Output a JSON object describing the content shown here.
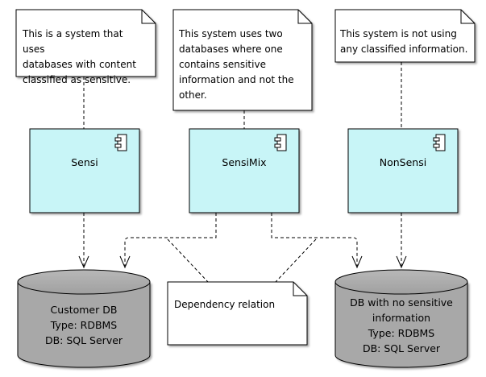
{
  "notes": {
    "sensi": "This is a system that uses\ndatabases with content\nclassified as sensitive.",
    "sensimix": "This system uses two\ndatabases where one\ncontains sensitive\ninformation and not the\nother.",
    "nonsensi": "This system is not using\nany classified information.",
    "dependency": "Dependency relation"
  },
  "components": {
    "sensi": "Sensi",
    "sensimix": "SensiMix",
    "nonsensi": "NonSensi"
  },
  "databases": {
    "customer": "Customer DB\nType: RDBMS\nDB: SQL Server",
    "nonsensitive": "DB with no sensitive\ninformation\nType: RDBMS\nDB: SQL Server"
  },
  "colors": {
    "component_fill": "#c8f5f7",
    "database_fill": "#a8a8a8",
    "note_fill": "#ffffff",
    "line": "#000000"
  },
  "icons": {
    "component": "uml-component-icon"
  }
}
